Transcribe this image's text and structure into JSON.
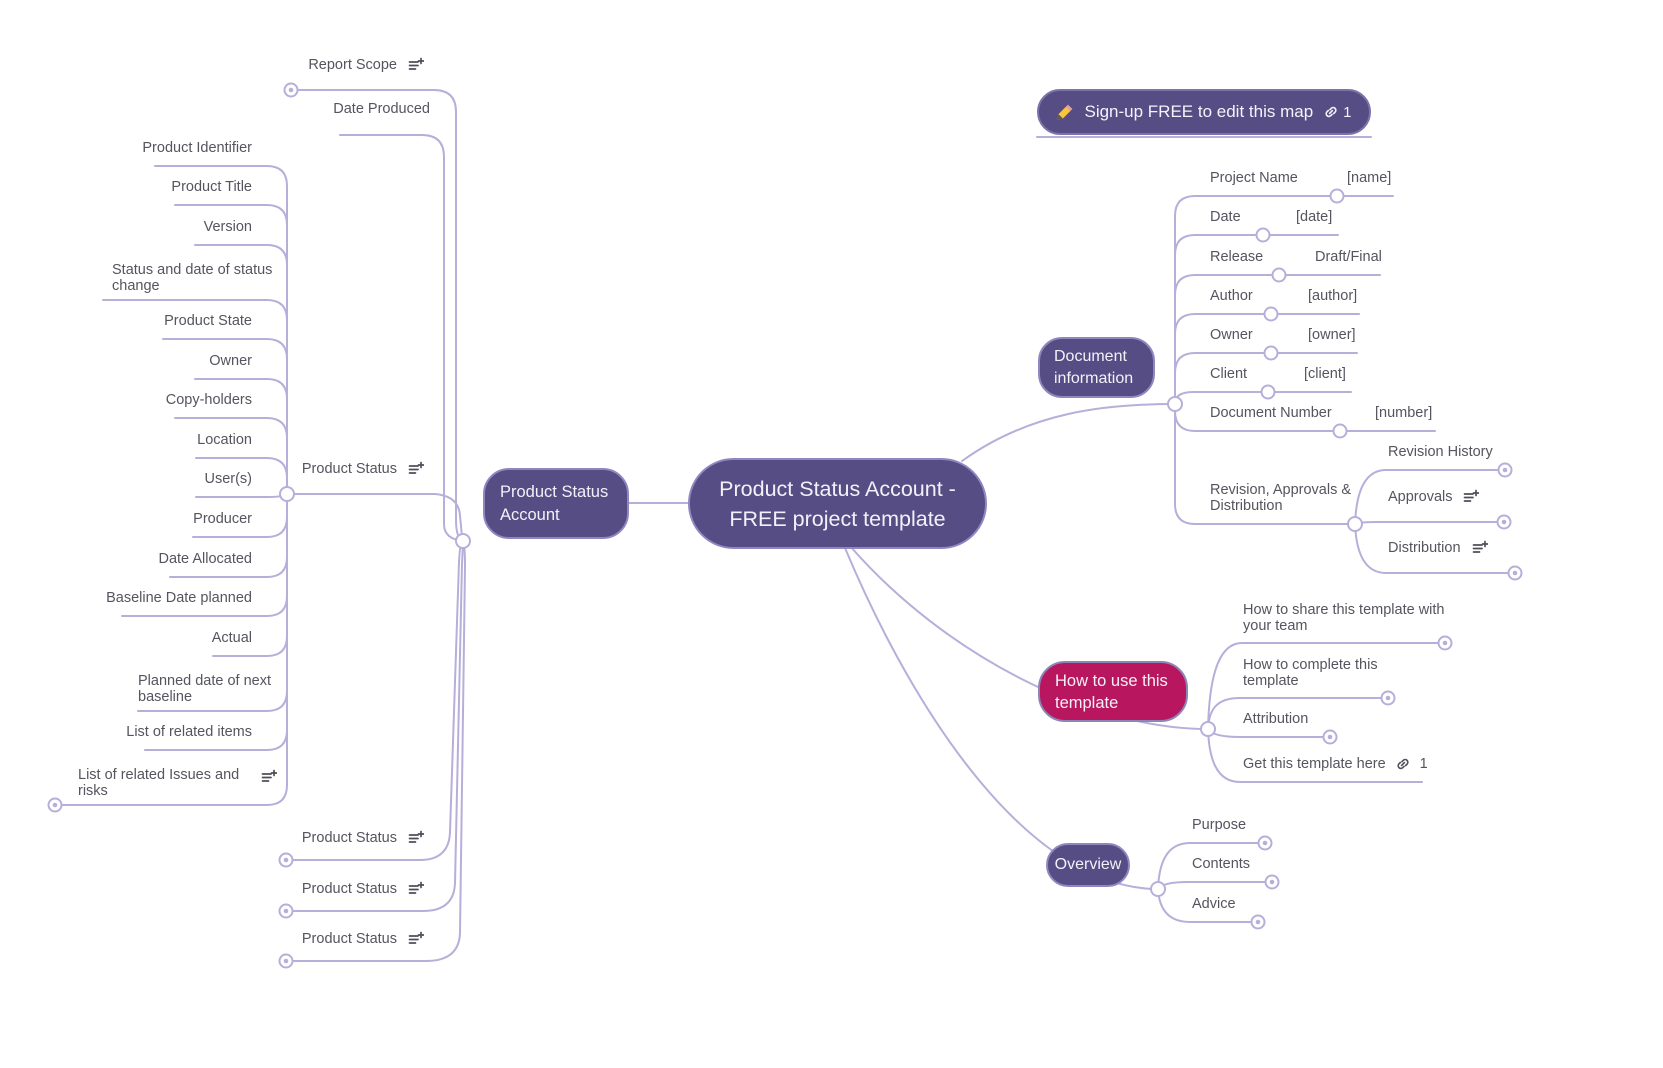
{
  "signup": {
    "label": "Sign-up FREE to edit this map",
    "link_count": "1"
  },
  "root": {
    "label": "Product Status Account - FREE project template"
  },
  "left": {
    "node_label": "Product Status Account",
    "report_scope": "Report Scope",
    "date_produced": "Date Produced",
    "product_status": "Product Status",
    "product_status_2": "Product Status",
    "product_status_3": "Product Status",
    "product_status_4": "Product Status",
    "ps_children": [
      "Product Identifier",
      "Product Title",
      "Version",
      "Status and date of status change",
      "Product State",
      "Owner",
      "Copy-holders",
      "Location",
      "User(s)",
      "Producer",
      "Date Allocated",
      "Baseline Date planned",
      "Actual",
      "Planned date of next baseline",
      "List of related items",
      "List of related Issues and risks"
    ]
  },
  "doc": {
    "node_label": "Document information",
    "fields": [
      {
        "label": "Project Name",
        "value": "[name]"
      },
      {
        "label": "Date",
        "value": "[date]"
      },
      {
        "label": "Release",
        "value": "Draft/Final"
      },
      {
        "label": "Author",
        "value": "[author]"
      },
      {
        "label": "Owner",
        "value": "[owner]"
      },
      {
        "label": "Client",
        "value": "[client]"
      },
      {
        "label": "Document Number",
        "value": "[number]"
      }
    ],
    "revision_group": {
      "label": "Revision, Approvals & Distribution",
      "children": [
        "Revision History",
        "Approvals",
        "Distribution"
      ]
    }
  },
  "how": {
    "node_label": "How to use this template",
    "children": [
      "How to share this template with your team",
      "How to complete this template",
      "Attribution",
      "Get this template here"
    ],
    "get_link_count": "1"
  },
  "overview": {
    "node_label": "Overview",
    "children": [
      "Purpose",
      "Contents",
      "Advice"
    ]
  },
  "icons": {
    "pencil": "pencil-icon",
    "link": "link-icon",
    "notes": "notes-plus-icon"
  },
  "colors": {
    "node_purple": "#564d84",
    "node_magenta": "#b8175f",
    "connector": "#b7aed9",
    "label_text": "#54555e"
  }
}
